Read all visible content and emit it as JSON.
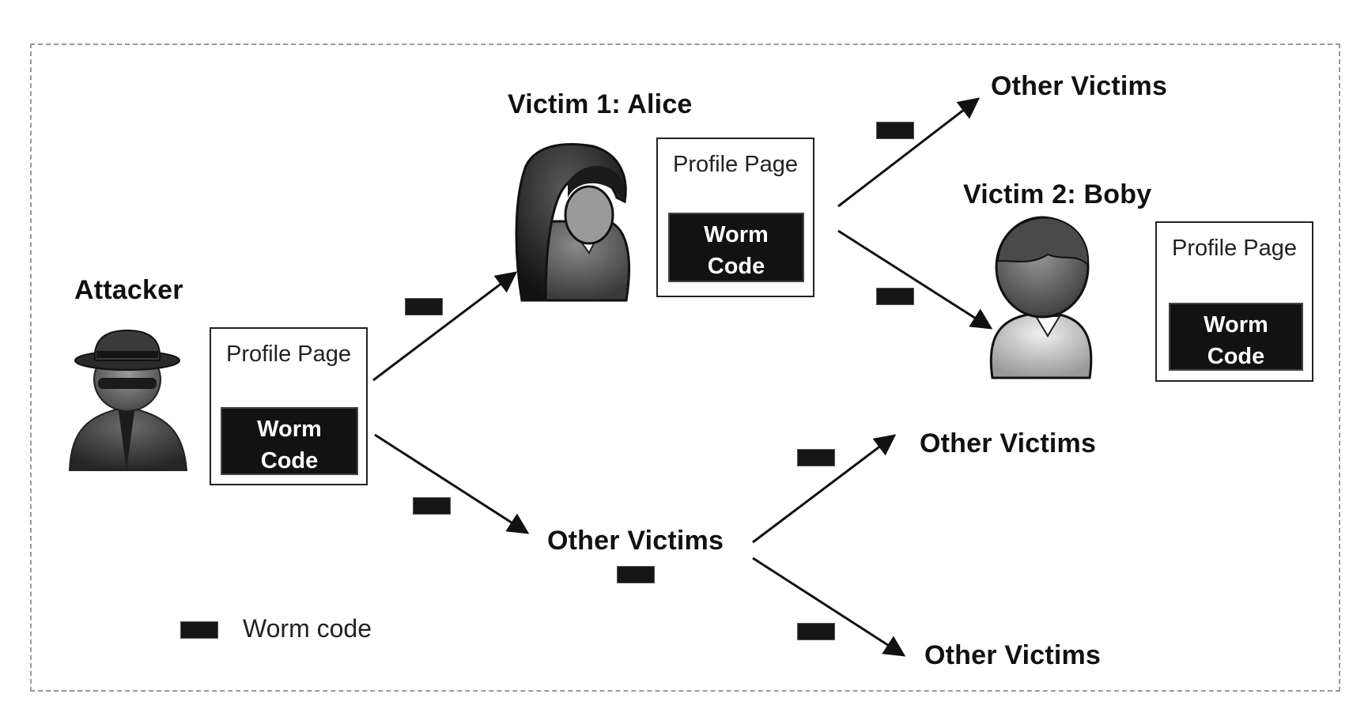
{
  "labels": {
    "attacker": "Attacker",
    "victim1": "Victim 1: Alice",
    "victim2": "Victim 2: Boby",
    "other_victims": "Other Victims"
  },
  "profile_box": {
    "title": "Profile Page",
    "worm_line1": "Worm",
    "worm_line2": "Code"
  },
  "legend": {
    "text": "Worm code"
  },
  "colors": {
    "worm_block": "#121212",
    "line": "#111111",
    "frame": "#9a9a9a"
  }
}
